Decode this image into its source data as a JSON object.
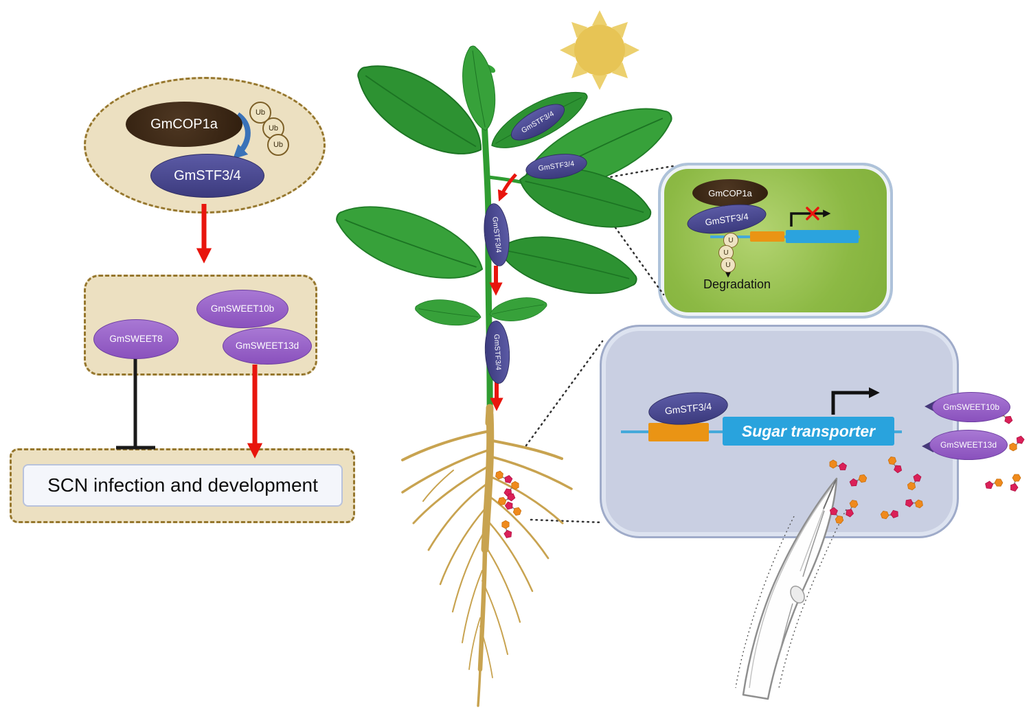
{
  "left_panel": {
    "complex": {
      "gmcop1a": "GmCOP1a",
      "gmstf34": "GmSTF3/4",
      "ub": [
        "Ub",
        "Ub",
        "Ub"
      ]
    },
    "sweets": {
      "gmsweet10b": "GmSWEET10b",
      "gmsweet8": "GmSWEET8",
      "gmsweet13d": "GmSWEET13d"
    },
    "outcome": "SCN infection and development"
  },
  "plant": {
    "tags": [
      "GmSTF3/4",
      "GmSTF3/4",
      "GmSTF3/4",
      "GmSTF3/4"
    ]
  },
  "shoot_cell": {
    "gmcop1a": "GmCOP1a",
    "gmstf34": "GmSTF3/4",
    "ubiquitin": [
      "U",
      "U",
      "U"
    ],
    "degradation": "Degradation"
  },
  "root_cell": {
    "gmstf34": "GmSTF3/4",
    "gene": "Sugar transporter",
    "gmsweet10b": "GmSWEET10b",
    "gmsweet13d": "GmSWEET13d"
  },
  "colors": {
    "accent_red": "#e8150d",
    "stf_purple": "#474689",
    "sweet_purple": "#9a63c8",
    "cop1_brown": "#3f2a18",
    "tan_fill": "#ece0c1",
    "shoot_cell_green": "#8cb944",
    "root_cell_lavender": "#c9cfe2",
    "gene_blue": "#2ba3de",
    "promoter_orange": "#ea9414",
    "sugar_orange": "#ef8a1c",
    "sugar_pink": "#da2058"
  }
}
